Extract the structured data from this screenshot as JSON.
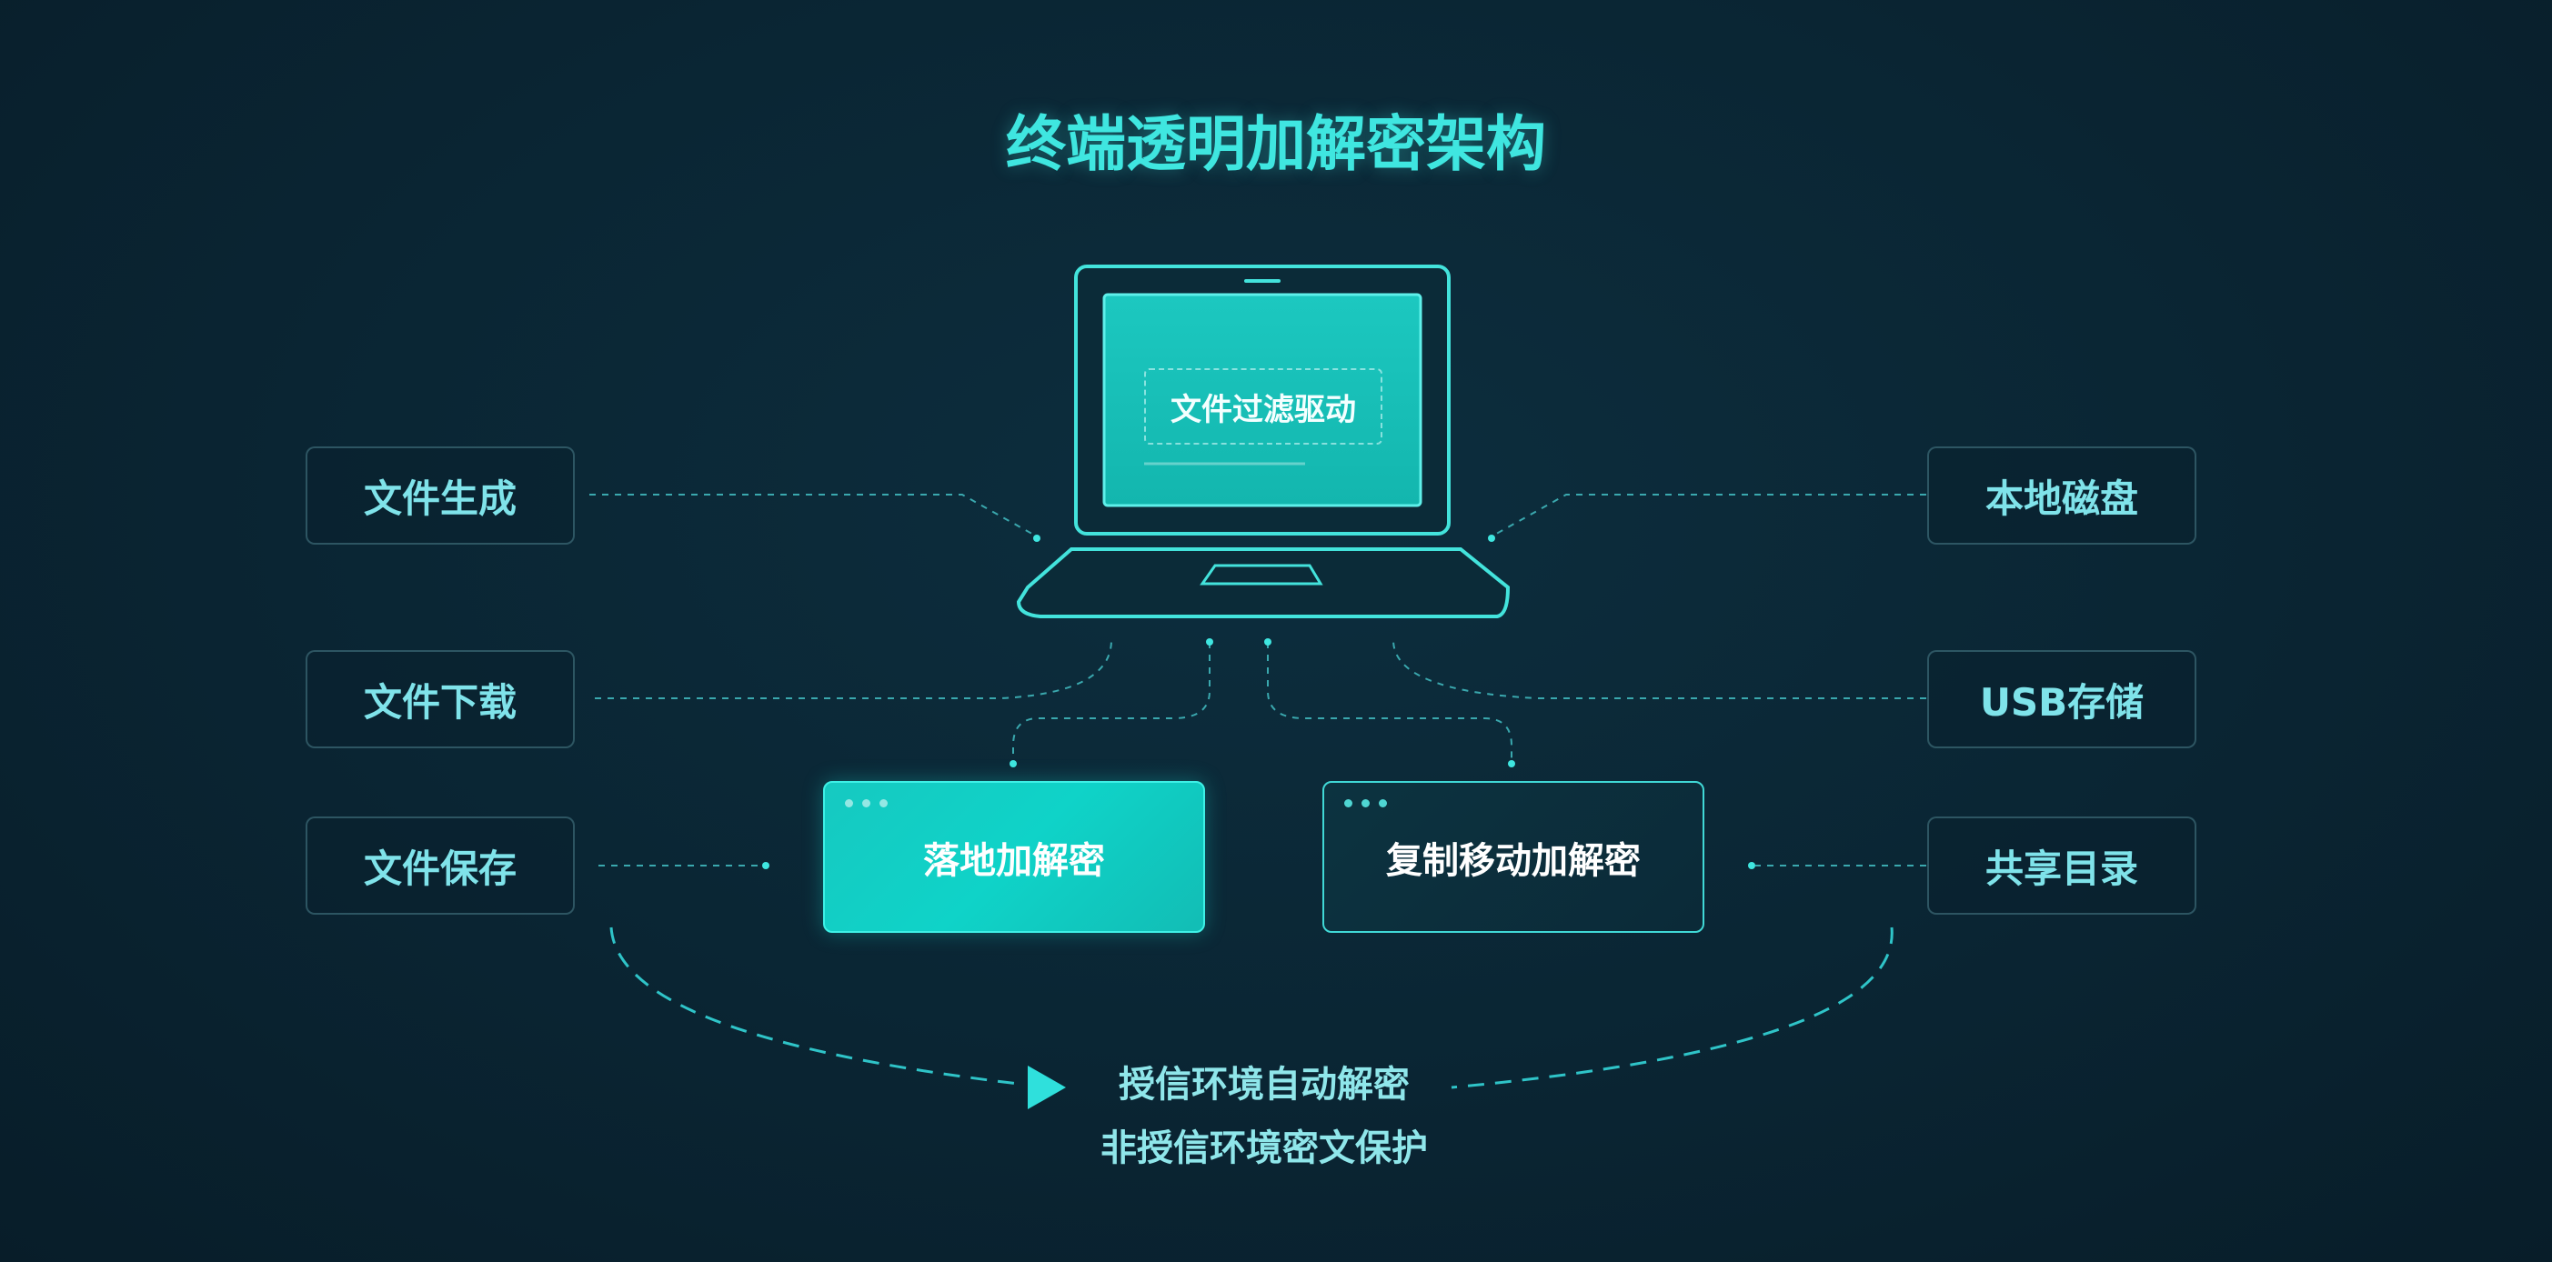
{
  "title": "终端透明加解密架构",
  "laptop": {
    "screen_label": "文件过滤驱动"
  },
  "left_nodes": [
    {
      "label": "文件生成"
    },
    {
      "label": "文件下载"
    },
    {
      "label": "文件保存"
    }
  ],
  "right_nodes": [
    {
      "label": "本地磁盘"
    },
    {
      "label": "USB存储"
    },
    {
      "label": "共享目录"
    }
  ],
  "panels": {
    "local": {
      "label": "落地加解密"
    },
    "copy": {
      "label": "复制移动加解密"
    }
  },
  "captions": {
    "line1": "授信环境自动解密",
    "line2": "非授信环境密文保护"
  },
  "colors": {
    "accent": "#3fe6e0",
    "background": "#0a2533",
    "panel_fill": "#16c9c1",
    "node_text": "#7fe3ea"
  }
}
